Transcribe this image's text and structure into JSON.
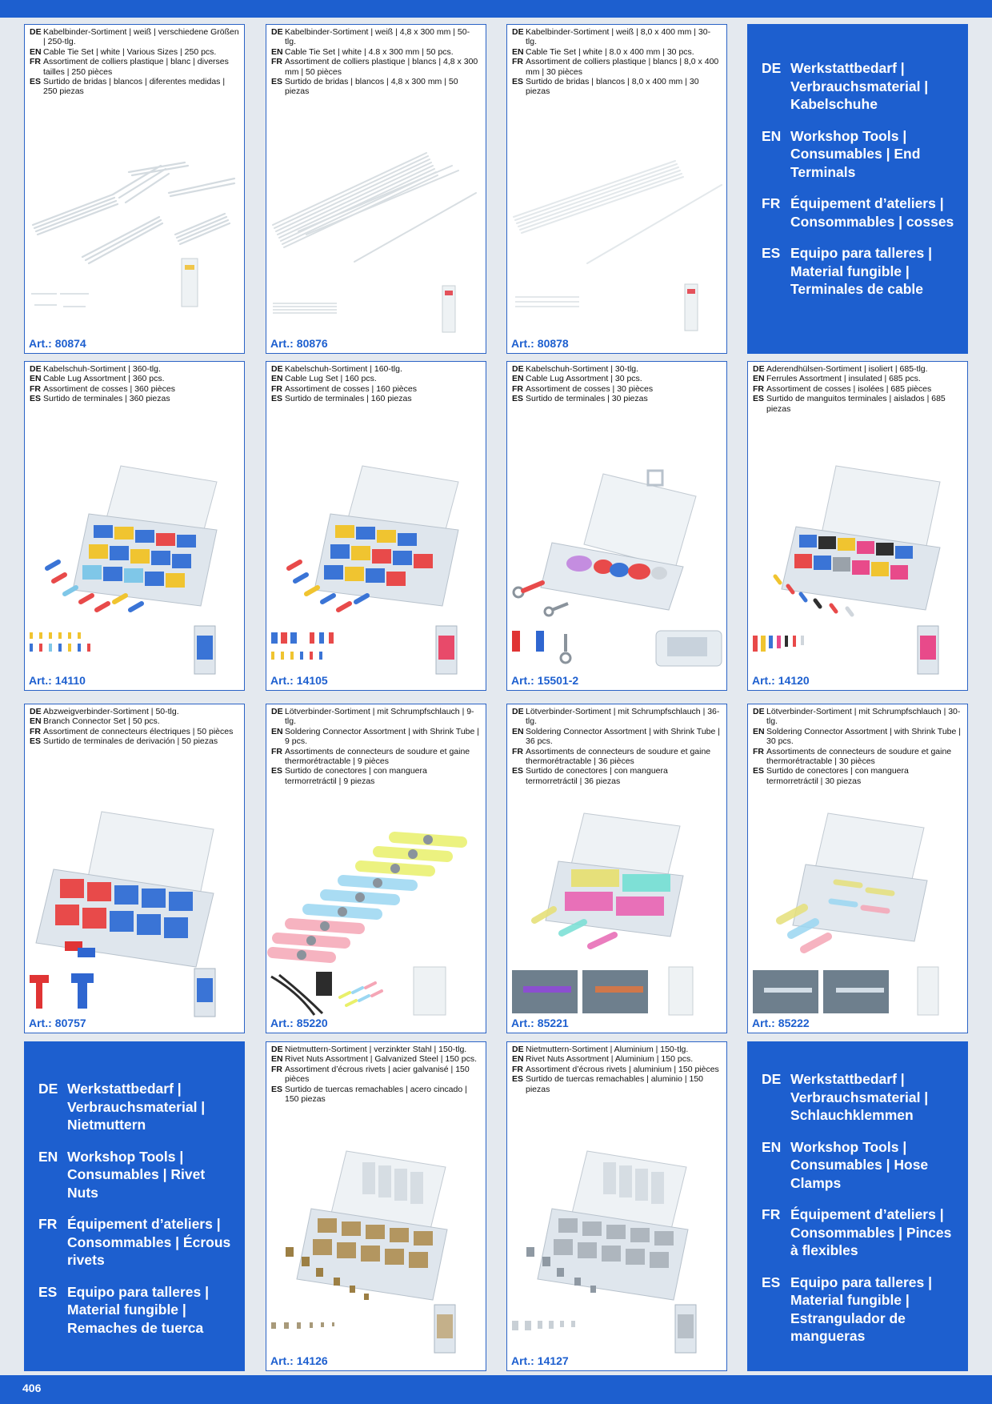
{
  "page_number": "406",
  "art_label": "Art.:",
  "r1c1": {
    "lines": [
      {
        "code": "DE",
        "text": "Kabelbinder-Sortiment | weiß | verschiedene Größen | 250-tlg."
      },
      {
        "code": "EN",
        "text": "Cable Tie Set | white | Various Sizes | 250 pcs."
      },
      {
        "code": "FR",
        "text": "Assortiment de colliers plastique | blanc | diverses tailles | 250 pièces"
      },
      {
        "code": "ES",
        "text": "Surtido de bridas | blancos | diferentes medidas | 250 piezas"
      }
    ],
    "art": "80874"
  },
  "r1c2": {
    "lines": [
      {
        "code": "DE",
        "text": "Kabelbinder-Sortiment | weiß | 4,8 x 300 mm | 50-tlg."
      },
      {
        "code": "EN",
        "text": "Cable Tie Set | white | 4.8 x 300 mm | 50 pcs."
      },
      {
        "code": "FR",
        "text": "Assortiment de colliers plastique | blancs | 4,8 x 300 mm | 50 pièces"
      },
      {
        "code": "ES",
        "text": "Surtido de bridas | blancos | 4,8 x 300 mm | 50 piezas"
      }
    ],
    "art": "80876"
  },
  "r1c3": {
    "lines": [
      {
        "code": "DE",
        "text": "Kabelbinder-Sortiment | weiß | 8,0 x 400 mm | 30-tlg."
      },
      {
        "code": "EN",
        "text": "Cable Tie Set | white | 8.0 x 400 mm | 30 pcs."
      },
      {
        "code": "FR",
        "text": "Assortiment de colliers plastique | blancs | 8,0 x 400 mm | 30 pièces"
      },
      {
        "code": "ES",
        "text": "Surtido de bridas | blancos | 8,0 x 400 mm | 30 piezas"
      }
    ],
    "art": "80878"
  },
  "r1c4": {
    "lines": [
      {
        "code": "DE",
        "text": "Werkstattbedarf | Verbrauchsmaterial | Kabelschuhe"
      },
      {
        "code": "EN",
        "text": "Workshop Tools | Consumables | End Terminals"
      },
      {
        "code": "FR",
        "text": "Équipement d’ateliers | Consommables | cosses"
      },
      {
        "code": "ES",
        "text": "Equipo para talleres | Material fungible | Terminales de cable"
      }
    ]
  },
  "r2c1": {
    "lines": [
      {
        "code": "DE",
        "text": "Kabelschuh-Sortiment | 360-tlg."
      },
      {
        "code": "EN",
        "text": "Cable Lug Assortment | 360 pcs."
      },
      {
        "code": "FR",
        "text": "Assortiment de cosses | 360 pièces"
      },
      {
        "code": "ES",
        "text": "Surtido de terminales | 360 piezas"
      }
    ],
    "art": "14110"
  },
  "r2c2": {
    "lines": [
      {
        "code": "DE",
        "text": "Kabelschuh-Sortiment | 160-tlg."
      },
      {
        "code": "EN",
        "text": "Cable Lug Set | 160 pcs."
      },
      {
        "code": "FR",
        "text": "Assortiment de cosses | 160 pièces"
      },
      {
        "code": "ES",
        "text": "Surtido de terminales | 160 piezas"
      }
    ],
    "art": "14105"
  },
  "r2c3": {
    "lines": [
      {
        "code": "DE",
        "text": "Kabelschuh-Sortiment | 30-tlg."
      },
      {
        "code": "EN",
        "text": "Cable Lug Assortment | 30 pcs."
      },
      {
        "code": "FR",
        "text": "Assortiment de cosses | 30 pièces"
      },
      {
        "code": "ES",
        "text": "Surtido de terminales | 30 piezas"
      }
    ],
    "art": "15501-2"
  },
  "r2c4": {
    "lines": [
      {
        "code": "DE",
        "text": "Aderendhülsen-Sortiment | isoliert | 685-tlg."
      },
      {
        "code": "EN",
        "text": "Ferrules Assortment | insulated | 685 pcs."
      },
      {
        "code": "FR",
        "text": "Assortiment de cosses | isolées | 685 pièces"
      },
      {
        "code": "ES",
        "text": "Surtido de manguitos terminales | aislados | 685 piezas"
      }
    ],
    "art": "14120"
  },
  "r3c1": {
    "lines": [
      {
        "code": "DE",
        "text": "Abzweigverbinder-Sortiment | 50-tlg."
      },
      {
        "code": "EN",
        "text": "Branch Connector Set | 50 pcs."
      },
      {
        "code": "FR",
        "text": "Assortiment de connecteurs électriques | 50 pièces"
      },
      {
        "code": "ES",
        "text": "Surtido de terminales de derivación | 50 piezas"
      }
    ],
    "art": "80757"
  },
  "r3c2": {
    "lines": [
      {
        "code": "DE",
        "text": "Lötverbinder-Sortiment | mit Schrumpfschlauch | 9-tlg."
      },
      {
        "code": "EN",
        "text": "Soldering Connector Assortment | with Shrink Tube | 9 pcs."
      },
      {
        "code": "FR",
        "text": "Assortiments de connecteurs de soudure et gaine thermorétractable | 9 pièces"
      },
      {
        "code": "ES",
        "text": "Surtido de conectores | con manguera termorretráctil | 9 piezas"
      }
    ],
    "art": "85220"
  },
  "r3c3": {
    "lines": [
      {
        "code": "DE",
        "text": "Lötverbinder-Sortiment | mit Schrumpfschlauch | 36-tlg."
      },
      {
        "code": "EN",
        "text": "Soldering Connector Assortment | with Shrink Tube | 36 pcs."
      },
      {
        "code": "FR",
        "text": "Assortiments de connecteurs de soudure et gaine thermorétractable | 36 pièces"
      },
      {
        "code": "ES",
        "text": "Surtido de conectores | con manguera termorretráctil | 36 piezas"
      }
    ],
    "art": "85221"
  },
  "r3c4": {
    "lines": [
      {
        "code": "DE",
        "text": "Lötverbinder-Sortiment | mit Schrumpfschlauch | 30-tlg."
      },
      {
        "code": "EN",
        "text": "Soldering Connector Assortment | with Shrink Tube | 30 pcs."
      },
      {
        "code": "FR",
        "text": "Assortiments de connecteurs de soudure et gaine thermorétractable | 30 pièces"
      },
      {
        "code": "ES",
        "text": "Surtido de conectores | con manguera termorretráctil | 30 piezas"
      }
    ],
    "art": "85222"
  },
  "r4c1": {
    "lines": [
      {
        "code": "DE",
        "text": "Werkstattbedarf | Verbrauchsmaterial | Nietmuttern"
      },
      {
        "code": "EN",
        "text": "Workshop Tools | Consumables | Rivet Nuts"
      },
      {
        "code": "FR",
        "text": "Équipement d’ateliers | Consommables | Écrous rivets"
      },
      {
        "code": "ES",
        "text": "Equipo para talleres | Material fungible | Remaches de tuerca"
      }
    ]
  },
  "r4c2": {
    "lines": [
      {
        "code": "DE",
        "text": "Nietmuttern-Sortiment | verzinkter Stahl | 150-tlg."
      },
      {
        "code": "EN",
        "text": "Rivet Nuts Assortment | Galvanized Steel | 150 pcs."
      },
      {
        "code": "FR",
        "text": "Assortiment d’écrous rivets | acier galvanisé | 150 pièces"
      },
      {
        "code": "ES",
        "text": "Surtido de tuercas remachables | acero cincado | 150 piezas"
      }
    ],
    "art": "14126"
  },
  "r4c3": {
    "lines": [
      {
        "code": "DE",
        "text": "Nietmuttern-Sortiment | Aluminium | 150-tlg."
      },
      {
        "code": "EN",
        "text": "Rivet Nuts Assortment | Aluminium | 150 pcs."
      },
      {
        "code": "FR",
        "text": "Assortiment d’écrous rivets | aluminium | 150 pièces"
      },
      {
        "code": "ES",
        "text": "Surtido de tuercas remachables | aluminio | 150 piezas"
      }
    ],
    "art": "14127"
  },
  "r4c4": {
    "lines": [
      {
        "code": "DE",
        "text": "Werkstattbedarf | Verbrauchsmaterial | Schlauchklemmen"
      },
      {
        "code": "EN",
        "text": "Workshop Tools | Consumables | Hose Clamps"
      },
      {
        "code": "FR",
        "text": "Équipement d’ateliers | Consommables | Pinces à flexibles"
      },
      {
        "code": "ES",
        "text": "Equipo para talleres | Material fungible | Estrangulador de mangueras"
      }
    ]
  }
}
